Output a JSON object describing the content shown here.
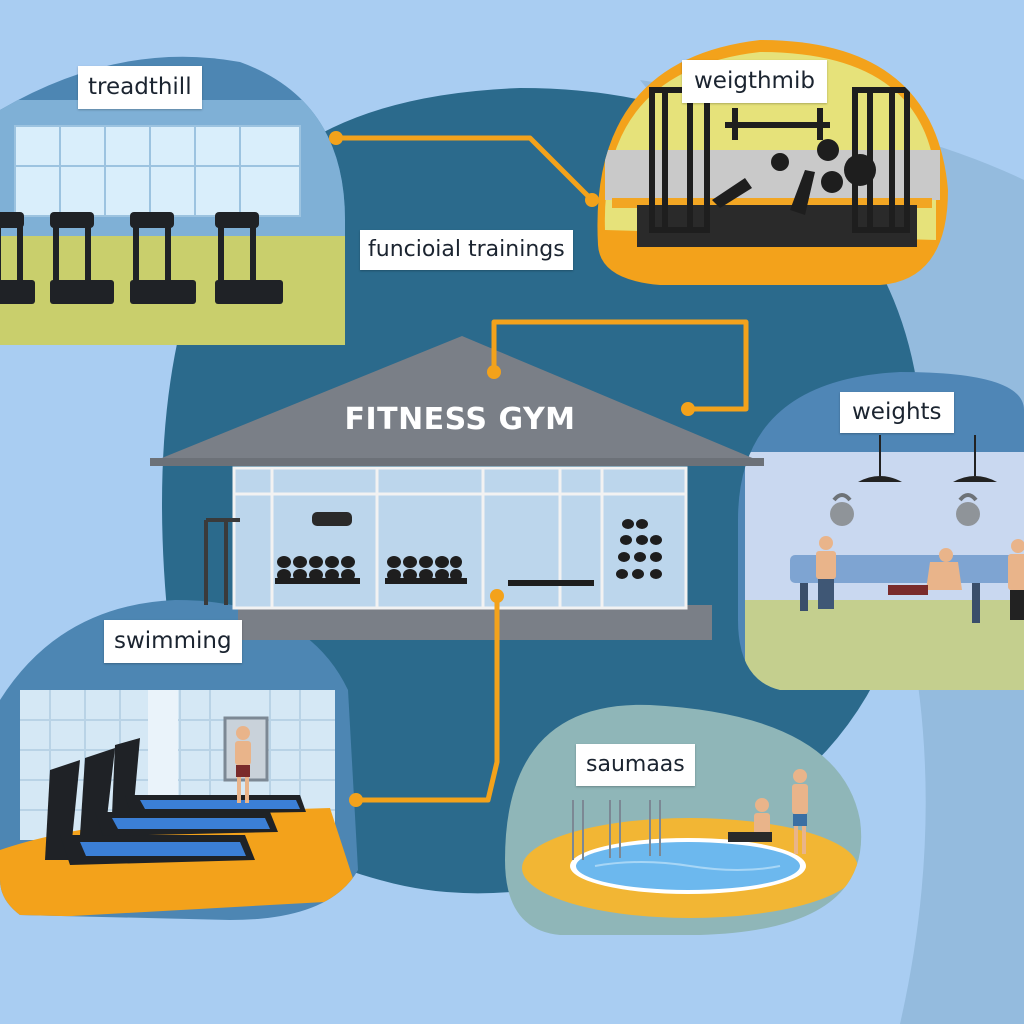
{
  "center": {
    "title": "FITNESS GYM"
  },
  "areas": [
    {
      "id": "treadmill",
      "label": "treadthill"
    },
    {
      "id": "weight-machines",
      "label": "weigthmib"
    },
    {
      "id": "functional",
      "label": "funcioial trainings"
    },
    {
      "id": "weights",
      "label": "weights"
    },
    {
      "id": "swimming",
      "label": "swimming"
    },
    {
      "id": "saunas",
      "label": "saumaas"
    }
  ],
  "colors": {
    "background": "#a9cdf2",
    "hub_blob": "#2b6a8c",
    "roof": "#7a7f87",
    "connector": "#f3a21b",
    "treadmill_floor": "#c9cf6c",
    "weightroom_floor": "#f2a623",
    "pool_deck": "#f2b634",
    "pool_water": "#6cb8ee"
  }
}
